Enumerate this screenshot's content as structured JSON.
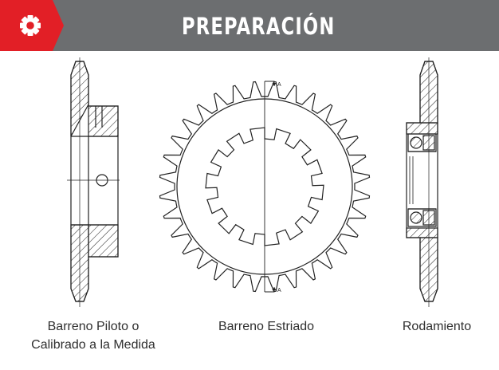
{
  "header": {
    "title": "PREPARACIÓN",
    "icon": "gear-icon",
    "background_color": "#6c6e70",
    "accent_color": "#e21f26"
  },
  "items": [
    {
      "id": "piloto",
      "line1": "Barreno Piloto o",
      "line2": "Calibrado a la Medida"
    },
    {
      "id": "estriado",
      "label": "Barreno Estriado",
      "section_marks": [
        "A",
        "A"
      ]
    },
    {
      "id": "rodamiento",
      "label": "Rodamiento"
    }
  ]
}
